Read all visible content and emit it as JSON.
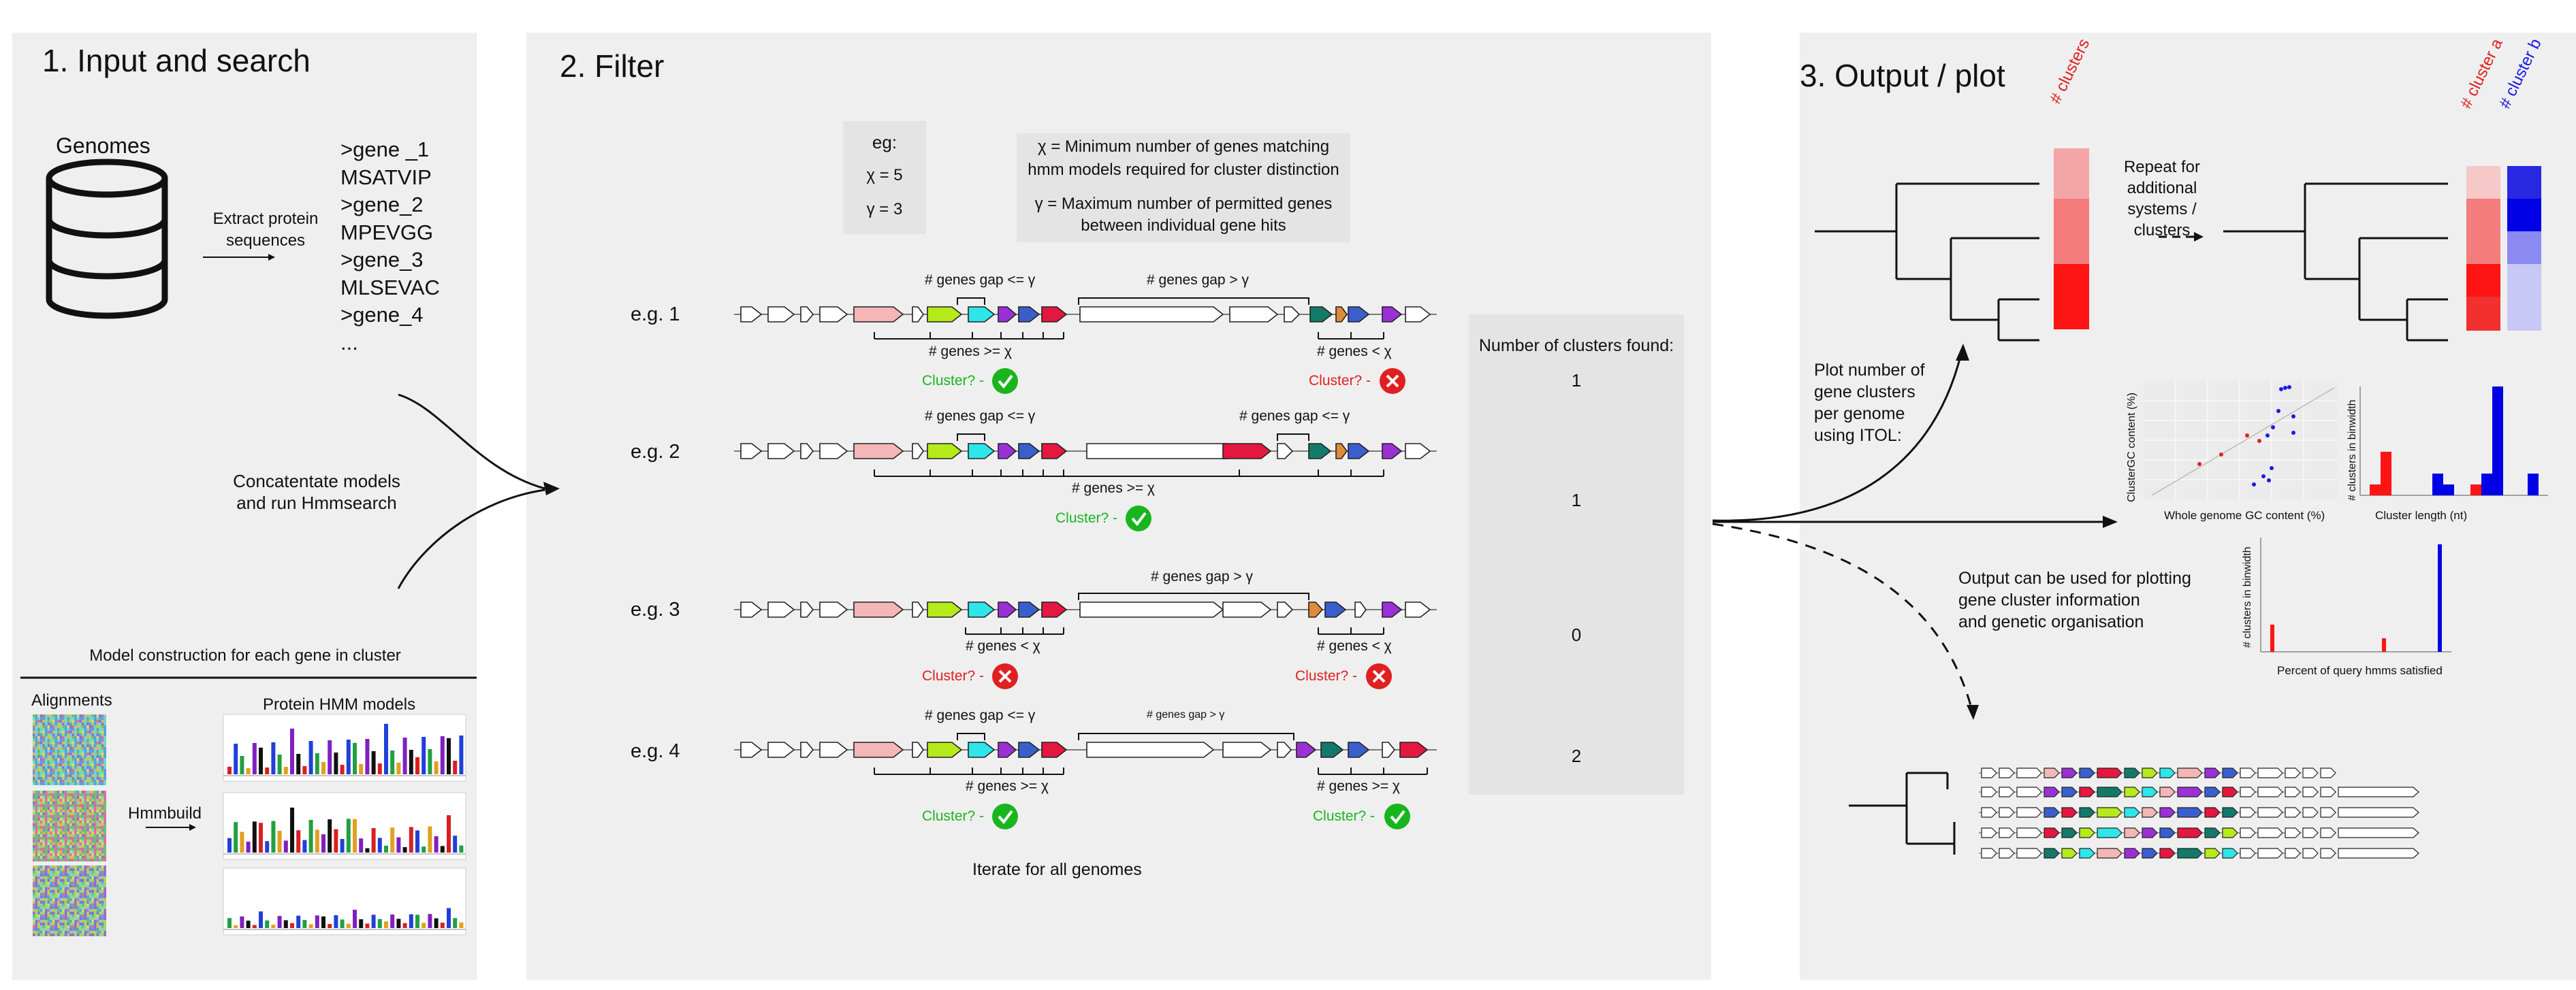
{
  "panels": {
    "p1_title": "1. Input and search",
    "p2_title": "2. Filter",
    "p3_title": "3. Output / plot"
  },
  "input": {
    "genomes_label": "Genomes",
    "extract_label_1": "Extract protein",
    "extract_label_2": "sequences",
    "fasta": [
      ">gene _1",
      "MSATVIP",
      ">gene_2",
      "MPEVGG",
      ">gene_3",
      "MLSEVAC",
      ">gene_4",
      "..."
    ],
    "concat_1": "Concatentate models",
    "concat_2": "and run Hmmsearch",
    "model_construction": "Model construction for each gene in cluster",
    "alignments": "Alignments",
    "hmmbuild": "Hmmbuild",
    "protein_hmm": "Protein HMM models"
  },
  "filter": {
    "eg_title": "eg:",
    "eg_x": "χ = 5",
    "eg_y": "γ = 3",
    "def_x_1": "χ = Minimum number of genes matching",
    "def_x_2": "hmm models required for cluster distinction",
    "def_y_1": "γ = Maximum number of permitted genes",
    "def_y_2": "between individual gene hits",
    "found_title": "Number of clusters found:",
    "examples": [
      {
        "label": "e.g. 1",
        "count": "1"
      },
      {
        "label": "e.g. 2",
        "count": "1"
      },
      {
        "label": "e.g. 3",
        "count": "0"
      },
      {
        "label": "e.g. 4",
        "count": "2"
      }
    ],
    "gap_le": "# genes gap <= γ",
    "gap_gt": "# genes gap > γ",
    "genes_ge": "# genes >= χ",
    "genes_lt": "# genes < χ",
    "cluster_q": "Cluster? -",
    "iterate": "Iterate for all genomes"
  },
  "output": {
    "clusters_label": "# clusters",
    "repeat": [
      "Repeat for",
      "additional",
      "systems /",
      "clusters"
    ],
    "cluster_a": "# cluster a",
    "cluster_b": "# cluster b",
    "plot_text": [
      "Plot number of",
      "gene clusters",
      "per genome",
      "using ITOL:"
    ],
    "output_text": [
      "Output can be used for plotting",
      "gene cluster information",
      "and genetic organisation"
    ],
    "scatter_xlabel": "Whole genome GC content (%)",
    "scatter_ylabel": "ClusterGC content (%)",
    "bar_xlabel": "Cluster length (nt)",
    "bar_ylabel": "# clusters in binwidth",
    "hist_xlabel": "Percent of query hmms satisfied",
    "hist_ylabel": "# clusters in binwidth"
  },
  "colors": {
    "pink": "#f4b6b6",
    "lime": "#b5ea1b",
    "cyan": "#2ee6ea",
    "purple": "#9b30d6",
    "blue": "#3a5fcd",
    "red": "#e3173f",
    "teal": "#137a6a",
    "orange": "#e08a3a",
    "ok_green": "#19b51e",
    "bad_red": "#e02020"
  }
}
